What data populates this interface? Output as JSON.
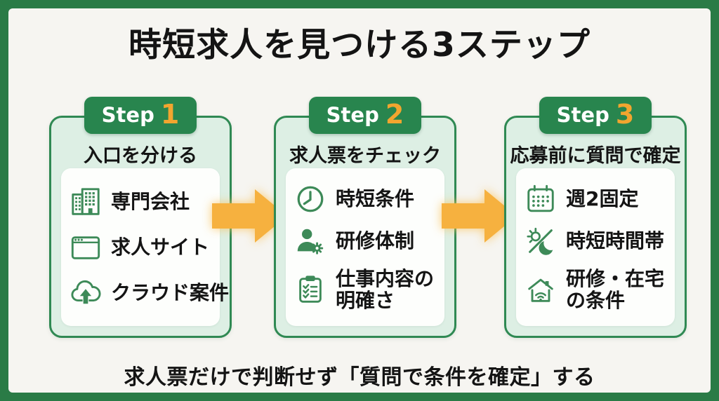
{
  "colors": {
    "frame_green": "#2a7b46",
    "card_border_green": "#2f8953",
    "badge_green": "#28854e",
    "card_bg_green": "#ddefe4",
    "panel_white": "#fdfefc",
    "icon_green": "#3d8a58",
    "step_number_orange": "#f2a52f",
    "arrow_orange": "#f6b13f",
    "text_dark": "#141414",
    "canvas_bg": "#f6f5f1"
  },
  "header": {
    "title": "時短求人を見つける3ステップ"
  },
  "steps": [
    {
      "badge": {
        "label": "Step",
        "number": "1"
      },
      "title": "入口を分ける",
      "items": [
        {
          "icon": "building-icon",
          "lines": [
            "専門会社"
          ]
        },
        {
          "icon": "browser-window-icon",
          "lines": [
            "求人サイト"
          ]
        },
        {
          "icon": "cloud-upload-icon",
          "lines": [
            "クラウド案件"
          ]
        }
      ]
    },
    {
      "badge": {
        "label": "Step",
        "number": "2"
      },
      "title": "求人票をチェック",
      "items": [
        {
          "icon": "clock-icon",
          "lines": [
            "時短条件"
          ]
        },
        {
          "icon": "person-gear-icon",
          "lines": [
            "研修体制"
          ]
        },
        {
          "icon": "clipboard-checklist-icon",
          "lines": [
            "仕事内容の",
            "明確さ"
          ]
        }
      ]
    },
    {
      "badge": {
        "label": "Step",
        "number": "3"
      },
      "title": "応募前に質問で確定",
      "items": [
        {
          "icon": "calendar-icon",
          "lines": [
            "週2固定"
          ]
        },
        {
          "icon": "day-night-icon",
          "lines": [
            "時短時間帯"
          ]
        },
        {
          "icon": "home-wifi-icon",
          "lines": [
            "研修・在宅",
            "の条件"
          ]
        }
      ]
    }
  ],
  "footer": {
    "note": "求人票だけで判断せず「質問で条件を確定」する"
  }
}
